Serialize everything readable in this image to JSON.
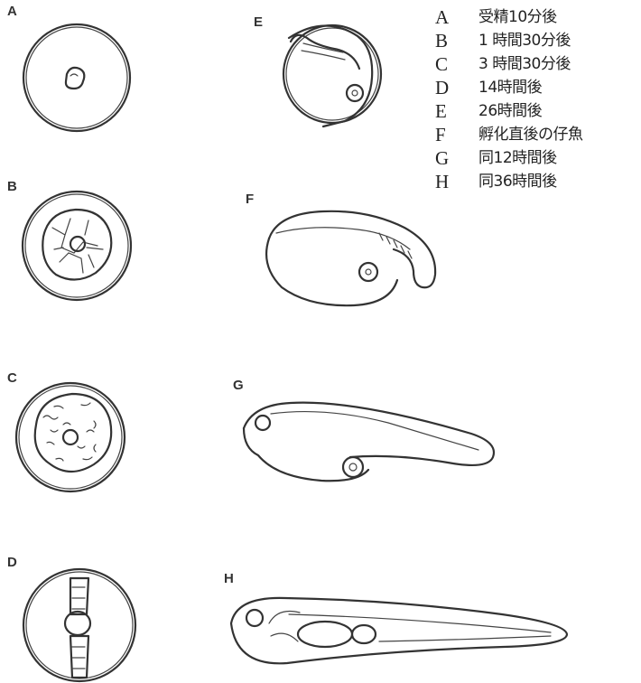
{
  "panels": [
    {
      "key": "A",
      "label": "A"
    },
    {
      "key": "B",
      "label": "B"
    },
    {
      "key": "C",
      "label": "C"
    },
    {
      "key": "D",
      "label": "D"
    },
    {
      "key": "E",
      "label": "E"
    },
    {
      "key": "F",
      "label": "F"
    },
    {
      "key": "G",
      "label": "G"
    },
    {
      "key": "H",
      "label": "H"
    }
  ],
  "legend": [
    {
      "letter": "A",
      "text": "受精10分後"
    },
    {
      "letter": "B",
      "text": " 1 時間30分後"
    },
    {
      "letter": "C",
      "text": " 3 時間30分後"
    },
    {
      "letter": "D",
      "text": "14時間後"
    },
    {
      "letter": "E",
      "text": "26時間後"
    },
    {
      "letter": "F",
      "text": "孵化直後の仔魚"
    },
    {
      "letter": "G",
      "text": "同12時間後"
    },
    {
      "letter": "H",
      "text": "同36時間後"
    }
  ]
}
